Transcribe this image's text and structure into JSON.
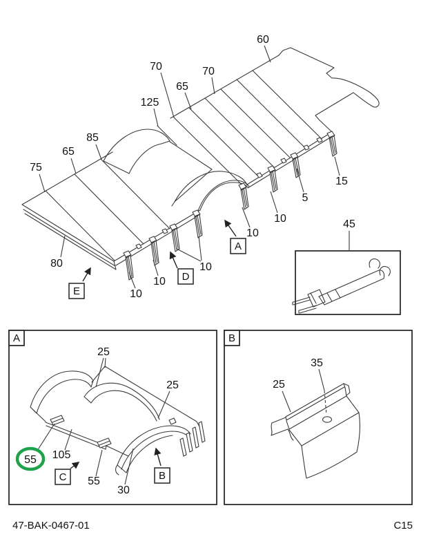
{
  "colors": {
    "line": "#3a3a3a",
    "highlight_green": "#1fa34a",
    "text": "#111111"
  },
  "main": {
    "callouts": {
      "c60": "60",
      "c70a": "70",
      "c65a": "65",
      "c70b": "70",
      "c125": "125",
      "c85": "85",
      "c65b": "65",
      "c75": "75",
      "c80": "80",
      "c10a": "10",
      "c10b": "10",
      "c10c": "10",
      "c10d": "10",
      "c10e": "10",
      "c5": "5",
      "c15": "15",
      "c45": "45"
    },
    "ref_boxes": {
      "a": "A",
      "d": "D",
      "e": "E"
    }
  },
  "detail_a": {
    "corner_label": "A",
    "callouts": {
      "c25a": "25",
      "c25b": "25",
      "c55a": "55",
      "c105": "105",
      "c55b": "55",
      "c30": "30"
    },
    "ref_boxes": {
      "c": "C",
      "b": "B"
    },
    "highlight_color": "#1fa34a"
  },
  "detail_b": {
    "corner_label": "B",
    "callouts": {
      "c35": "35",
      "c25": "25"
    }
  },
  "footer": {
    "doc_number": "47-BAK-0467-01",
    "page_code": "C15"
  }
}
